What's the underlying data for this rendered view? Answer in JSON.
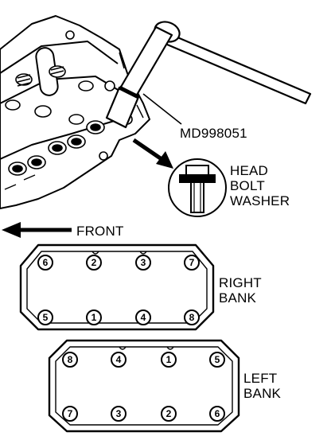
{
  "callouts": {
    "tool": "MD998051",
    "washer_lines": [
      "HEAD",
      "BOLT",
      "WASHER"
    ],
    "direction": "FRONT"
  },
  "right_bank": {
    "label_lines": [
      "RIGHT",
      "BANK"
    ],
    "top_row": [
      "6",
      "2",
      "3",
      "7"
    ],
    "bottom_row": [
      "5",
      "1",
      "4",
      "8"
    ]
  },
  "left_bank": {
    "label_lines": [
      "LEFT",
      "BANK"
    ],
    "top_row": [
      "8",
      "4",
      "1",
      "5"
    ],
    "bottom_row": [
      "7",
      "3",
      "2",
      "6"
    ]
  }
}
